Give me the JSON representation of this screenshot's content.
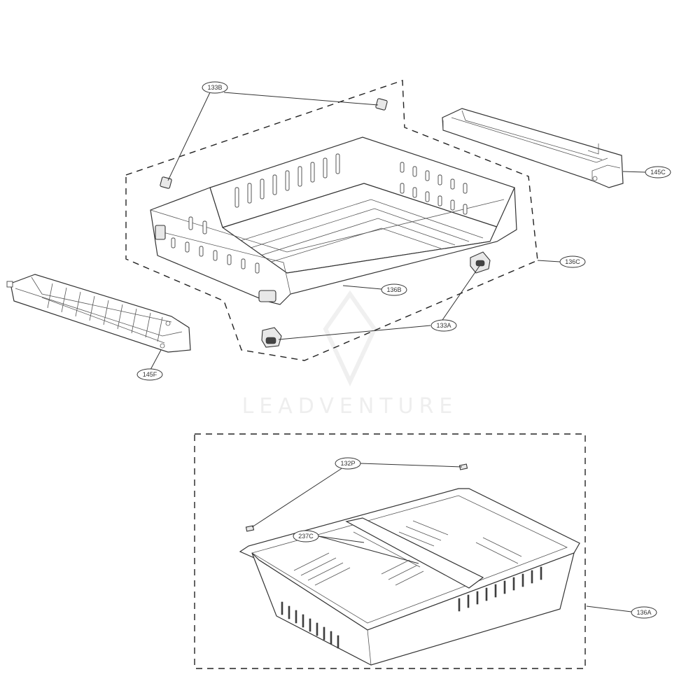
{
  "diagram": {
    "callouts": {
      "c133B": "133B",
      "c145C": "145C",
      "c136C": "136C",
      "c136B": "136B",
      "c133A": "133A",
      "c145F": "145F",
      "c132P": "132P",
      "c237C": "237C",
      "c136A": "136A"
    },
    "watermark": "LEADVENTURE"
  }
}
